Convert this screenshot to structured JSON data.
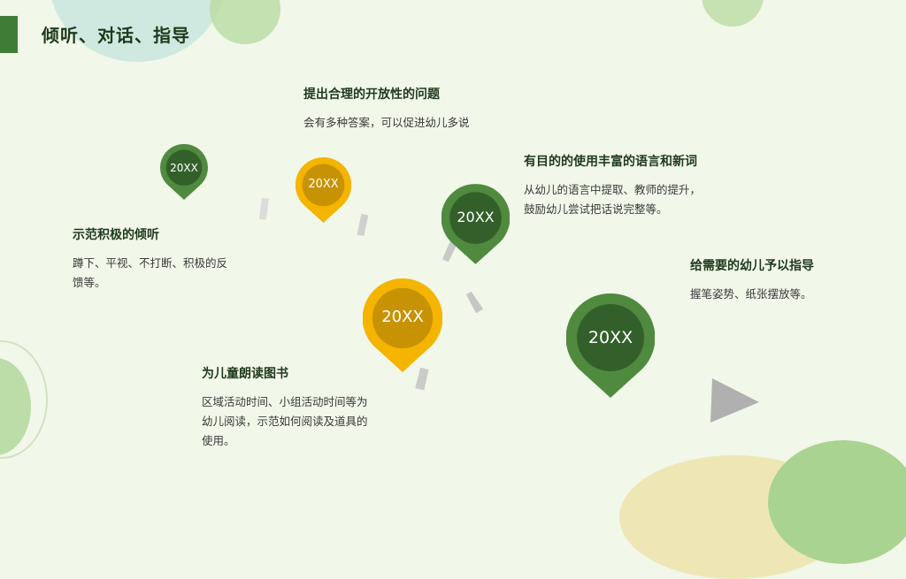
{
  "header": {
    "title": "倾听、对话、指导"
  },
  "sections": [
    {
      "heading": "示范积极的倾听",
      "text": "蹲下、平视、不打断、积极的反\n馈等。"
    },
    {
      "heading": "提出合理的开放性的问题",
      "text": "会有多种答案，可以促进幼儿多说"
    },
    {
      "heading": "有目的的使用丰富的语言和新词",
      "text": "从幼儿的语言中提取、教师的提升，\n鼓励幼儿尝试把话说完整等。"
    },
    {
      "heading": "为儿童朗读图书",
      "text": "区域活动时间、小组活动时间等为\n幼儿阅读，示范如何阅读及道具的\n使用。"
    },
    {
      "heading": "给需要的幼儿予以指导",
      "text": "握笔姿势、纸张摆放等。"
    }
  ],
  "markers": [
    {
      "label": "20XX",
      "color": "green"
    },
    {
      "label": "20XX",
      "color": "yellow"
    },
    {
      "label": "20XX",
      "color": "green"
    },
    {
      "label": "20XX",
      "color": "yellow"
    },
    {
      "label": "20XX",
      "color": "green"
    }
  ],
  "colors": {
    "green_outer": "#4f8a3f",
    "green_inner": "#33602a",
    "yellow_outer": "#f4b400",
    "yellow_inner": "#c79305",
    "road": "#c9c9c9"
  }
}
